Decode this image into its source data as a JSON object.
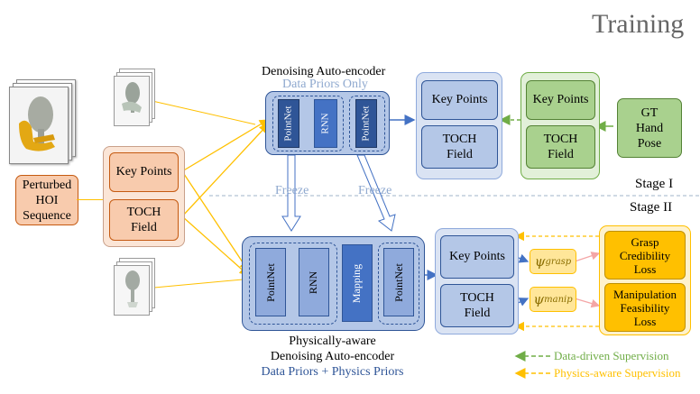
{
  "title": "Training",
  "stage1": "Stage I",
  "stage2": "Stage II",
  "freeze": "Freeze",
  "dae": {
    "title": "Denoising Auto-encoder",
    "subtitle": "Data Priors Only",
    "pointnet": "PointNet",
    "rnn": "RNN"
  },
  "pdae": {
    "title_line1": "Physically-aware",
    "title_line2": "Denoising Auto-encoder",
    "subtitle": "Data Priors + Physics Priors",
    "mapping": "Mapping"
  },
  "input": {
    "perturbed": [
      "Perturbed",
      "HOI",
      "Sequence"
    ],
    "key_points": "Key Points",
    "toch": [
      "TOCH",
      "Field"
    ]
  },
  "gt": [
    "GT",
    "Hand",
    "Pose"
  ],
  "psi": {
    "grasp_sym": "ψ",
    "grasp_sub": "grasp",
    "manip_sym": "ψ",
    "manip_sub": "manip"
  },
  "losses": {
    "grasp": [
      "Grasp",
      "Credibility",
      "Loss"
    ],
    "manip": [
      "Manipulation",
      "Feasibility",
      "Loss"
    ]
  },
  "legend": {
    "data_driven": "Data-driven Supervision",
    "physics_aware": "Physics-aware Supervision"
  },
  "colors": {
    "orange_fill": "#f8cbad",
    "blue_fill": "#b4c7e7",
    "dark_blue": "#2f5597",
    "green_fill": "#a9d18e",
    "yellow_fill": "#ffd966",
    "arrow_yellow": "#ffc000",
    "arrow_blue": "#4472c4",
    "arrow_green": "#70ad47"
  }
}
